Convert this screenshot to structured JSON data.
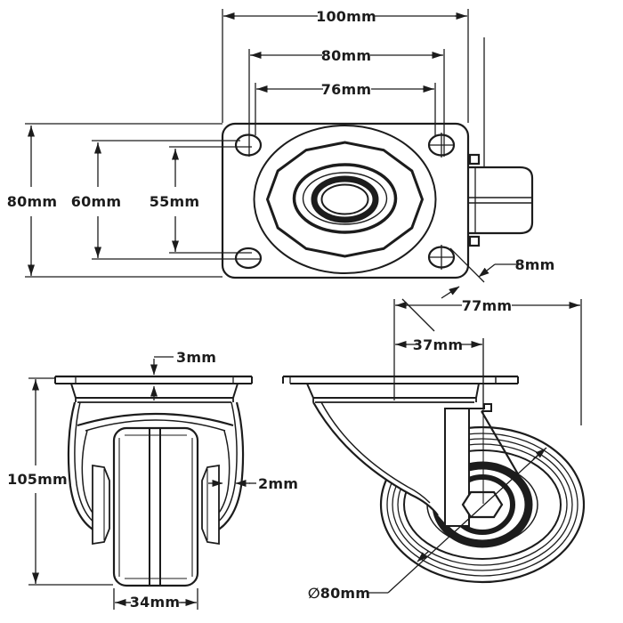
{
  "colors": {
    "line": "#1c1c1c",
    "background": "#ffffff"
  },
  "drawing": {
    "type": "caster-wheel-technical-drawing",
    "views": {
      "top": {
        "dims": {
          "overall_width": "100mm",
          "hole_spacing_width": "80mm",
          "hole_inner_width": "76mm",
          "overall_depth": "80mm",
          "hole_spacing_depth": "60mm",
          "hole_inner_depth": "55mm",
          "hole_diameter": "8mm"
        }
      },
      "front": {
        "dims": {
          "plate_thickness": "3mm",
          "overall_height": "105mm",
          "bracket_thickness": "2mm",
          "wheel_width": "34mm"
        }
      },
      "side": {
        "dims": {
          "swivel_radius": "77mm",
          "swivel_offset": "37mm",
          "wheel_diameter": "∅80mm"
        }
      }
    }
  }
}
